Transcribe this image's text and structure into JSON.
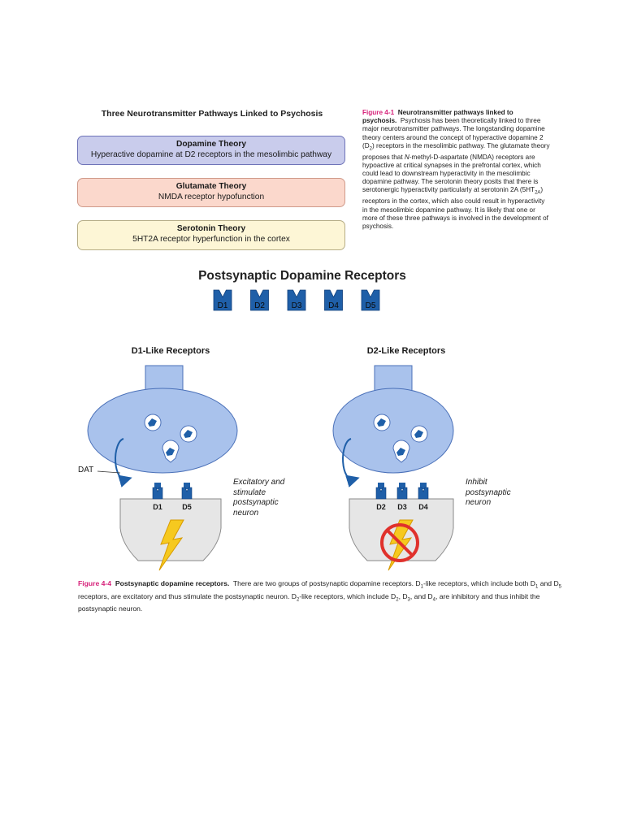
{
  "figure_4_1": {
    "title": "Three Neurotransmitter Pathways Linked to Psychosis",
    "boxes": [
      {
        "name": "Dopamine Theory",
        "description": "Hyperactive dopamine at D2 receptors in the mesolimbic pathway",
        "color": "#c9ccec"
      },
      {
        "name": "Glutamate Theory",
        "description": "NMDA receptor hypofunction",
        "color": "#fbd8cc"
      },
      {
        "name": "Serotonin Theory",
        "description": "5HT2A receptor hyperfunction in the cortex",
        "color": "#fdf6d6"
      }
    ],
    "caption": {
      "label": "Figure 4-1",
      "heading": "Neurotransmitter pathways linked to psychosis.",
      "text_1": "Psychosis has been theoretically linked to three major neurotransmitter pathways. The longstanding dopamine theory centers around the concept of hyperactive dopamine 2 (D",
      "sub_1": "2",
      "text_2": ") receptors in the mesolimbic pathway. The glutamate theory proposes that ",
      "italic_n": "N",
      "text_3": "-methyl-D-aspartate (NMDA) receptors are hypoactive at critical synapses in the prefrontal cortex, which could lead to downstream hyperactivity in the mesolimbic dopamine pathway. The serotonin theory posits that there is serotonergic hyperactivity particularly at serotonin 2A (5HT",
      "sub_2": "2A",
      "text_4": ") receptors in the cortex, which also could result in hyperactivity in the mesolimbic dopamine pathway. It is likely that one or more of these three pathways is involved in the development of psychosis."
    }
  },
  "figure_4_4": {
    "title": "Postsynaptic Dopamine Receptors",
    "receptors": [
      "D1",
      "D2",
      "D3",
      "D4",
      "D5"
    ],
    "receptor_color": "#1f5fa8",
    "neuron_color": "#a9c2ec",
    "d1_like": {
      "title": "D1-Like Receptors",
      "receptors": [
        "D1",
        "D5"
      ],
      "dat_label": "DAT",
      "effect_lines": [
        "Excitatory and",
        "stimulate",
        "postsynaptic",
        "neuron"
      ]
    },
    "d2_like": {
      "title": "D2-Like Receptors",
      "receptors": [
        "D2",
        "D3",
        "D4"
      ],
      "effect_lines": [
        "Inhibit",
        "postsynaptic",
        "neuron"
      ]
    },
    "caption": {
      "label": "Figure 4-4",
      "heading": "Postsynaptic dopamine receptors.",
      "p1": "There are two groups of postsynaptic dopamine receptors. D",
      "s1": "1",
      "p2": "-like receptors, which include both D",
      "s2": "1",
      "p3": " and D",
      "s3": "5",
      "p4": " receptors, are excitatory and thus stimulate the postsynaptic neuron. D",
      "s4": "2",
      "p5": "-like receptors, which include D",
      "s5": "2",
      "p6": ", D",
      "s6": "3",
      "p7": ", and D",
      "s7": "4",
      "p8": ", are inhibitory and thus inhibit the postsynaptic neuron."
    }
  }
}
